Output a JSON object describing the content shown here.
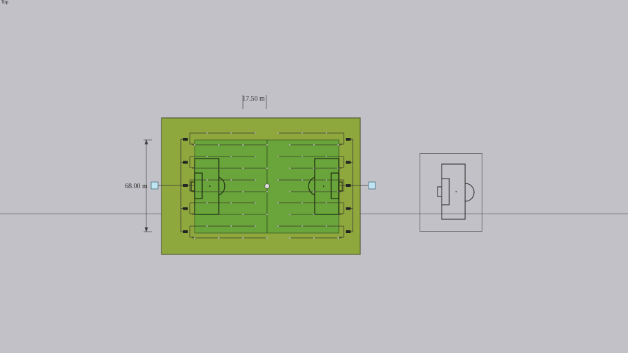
{
  "viewport": {
    "view_name": "Top"
  },
  "dimensions": {
    "width_label": "17.50 m",
    "height_label": "68.00 m"
  },
  "colors": {
    "background": "#c1c1c7",
    "outer_field": "#8ea83e",
    "pitch": "#69a53a",
    "line": "#2d3a1e",
    "handle": "#bfe4f2"
  },
  "icons": {
    "handle": "grip-square-icon",
    "sprinkler": "sprinkler-icon"
  }
}
